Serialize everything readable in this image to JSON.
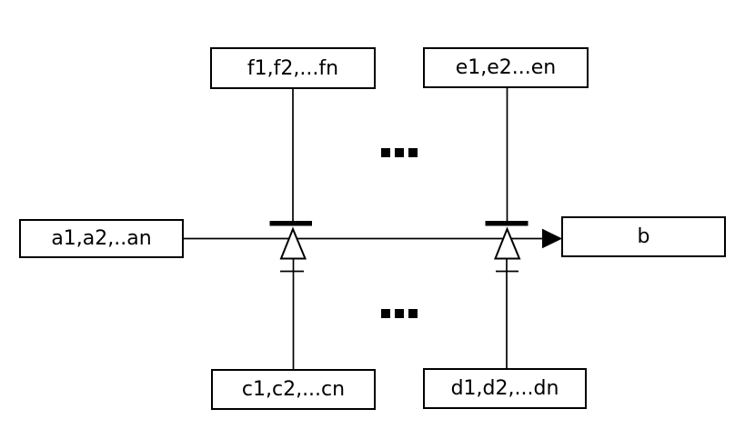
{
  "diagram": {
    "nodes": {
      "f": {
        "label": "f1,f2,...fn"
      },
      "e": {
        "label": "e1,e2...en"
      },
      "a": {
        "label": "a1,a2,..an"
      },
      "b": {
        "label": "b"
      },
      "c": {
        "label": "c1,c2,...cn"
      },
      "d": {
        "label": "d1,d2,...dn"
      }
    },
    "ellipsis_top": "...",
    "ellipsis_bottom": "...",
    "colors": {
      "stroke": "#000000",
      "node_fill": "#ffffff",
      "background": "#ffffff"
    }
  }
}
